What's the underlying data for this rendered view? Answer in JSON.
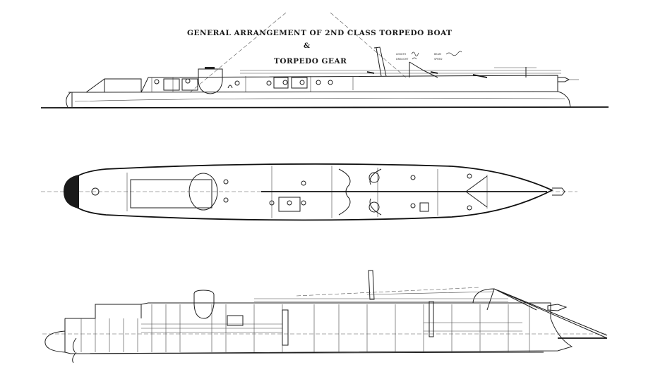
{
  "drawing": {
    "title_line1": "GENERAL ARRANGEMENT OF 2ND CLASS TORPEDO BOAT",
    "title_amp": "&",
    "title_line2": "TORPEDO GEAR",
    "annotations": {
      "length_label": "LENGTH",
      "draught_label": "DRAUGHT",
      "beam_label": "BEAM",
      "speed_label": "SPEED"
    },
    "views": [
      "profile-elevation",
      "deck-plan",
      "inboard-section"
    ],
    "colors": {
      "ink": "#1e1e1e",
      "paper": "#ffffff"
    }
  }
}
